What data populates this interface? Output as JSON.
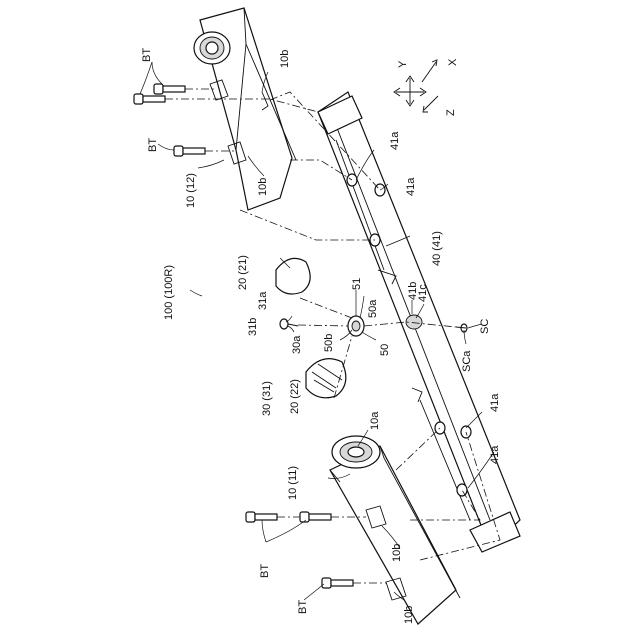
{
  "figure": {
    "assembly_label": "100 (100R)",
    "axes": {
      "x": "X",
      "y": "Y",
      "z": "Z"
    },
    "labels": {
      "bt": "BT",
      "hole_10b": "10b",
      "hole_10a": "10a",
      "upper_body": "10 (12)",
      "lower_body": "10 (11)",
      "base": "40 (41)",
      "rib": "41a",
      "slot": "41b",
      "seat": "41c",
      "screw": "SC",
      "screw_head": "SCa",
      "cap_upper": "20 (21)",
      "cap_lower": "20 (22)",
      "pin": "30 (31)",
      "pin_tip": "31a",
      "pin_flange": "31b",
      "pin_body": "30a",
      "nut": "50",
      "nut_face": "50a",
      "nut_side": "50b",
      "nut_top": "51"
    }
  }
}
